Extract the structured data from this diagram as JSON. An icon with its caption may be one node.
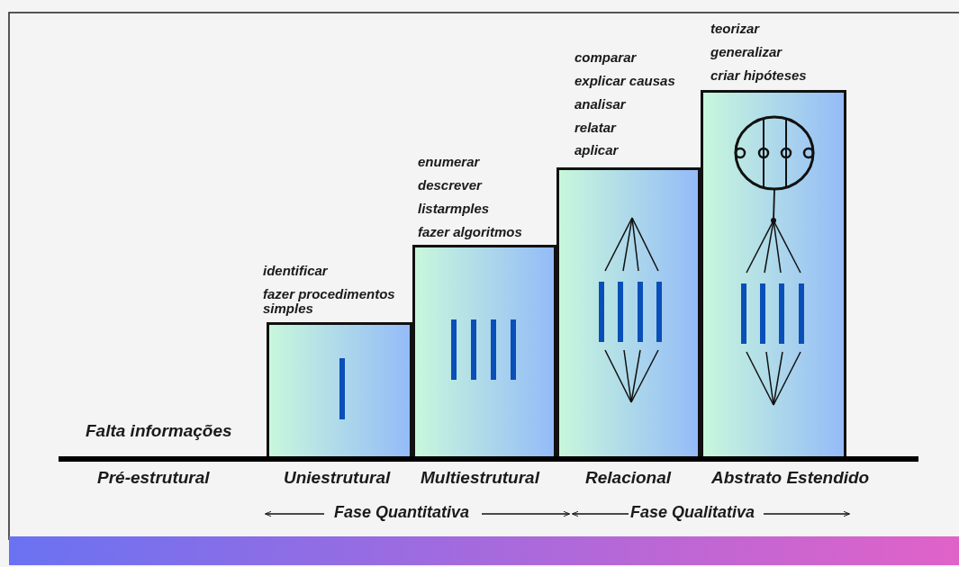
{
  "diagram": {
    "nodes": [
      {
        "text": [],
        "shape": "bar"
      },
      {
        "text": [],
        "shape": "bar"
      },
      {
        "text": [],
        "shape": "bar"
      },
      {
        "text": [],
        "shape": "bar"
      }
    ],
    "labels": [
      "teorizar",
      "generalizar",
      "criar hipóteses",
      "comparar",
      "explicar causas",
      "analisar",
      "relatar",
      "aplicar",
      "enumerar",
      "descrever",
      "listarmples",
      "fazer algoritmos",
      "identificar",
      "fazer procedimentos simples",
      "Falta informações",
      "Pré-estrutural",
      "Uniestrutural",
      "Multiestrutural",
      "Relacional",
      "Abstrato Estendido",
      "Fase Quantitativa",
      "Fase Qualitativa"
    ]
  }
}
